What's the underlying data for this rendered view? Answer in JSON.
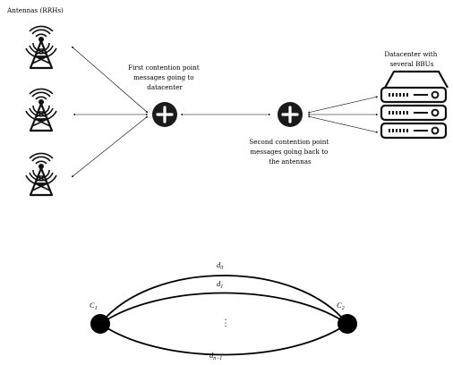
{
  "antennas": {
    "label": "Antennas (RRHs)",
    "count": 3,
    "icon": "antenna-tower-icon"
  },
  "contention_points": {
    "first": {
      "icon": "plus-circle-icon",
      "label_lines": [
        "First contention point",
        "messages going to",
        "datacenter"
      ]
    },
    "second": {
      "icon": "plus-circle-icon",
      "label_lines": [
        "Second contention point",
        "messages going back to",
        "the antennas"
      ]
    }
  },
  "datacenter": {
    "icon": "server-rack-icon",
    "units": 3,
    "label_lines": [
      "Datacenter with",
      "several BBUs"
    ]
  },
  "graph": {
    "node_left": {
      "name": "C",
      "sub": "1"
    },
    "node_right": {
      "name": "C",
      "sub": "2"
    },
    "edges": [
      {
        "name": "d",
        "sub": "0"
      },
      {
        "name": "d",
        "sub": "1"
      },
      {
        "name": "d",
        "sub": "n−1"
      }
    ],
    "ellipsis": "⋮"
  },
  "colors": {
    "ink": "#000000",
    "background": "#ffffff",
    "icon_fill": "#1a1a1a"
  }
}
